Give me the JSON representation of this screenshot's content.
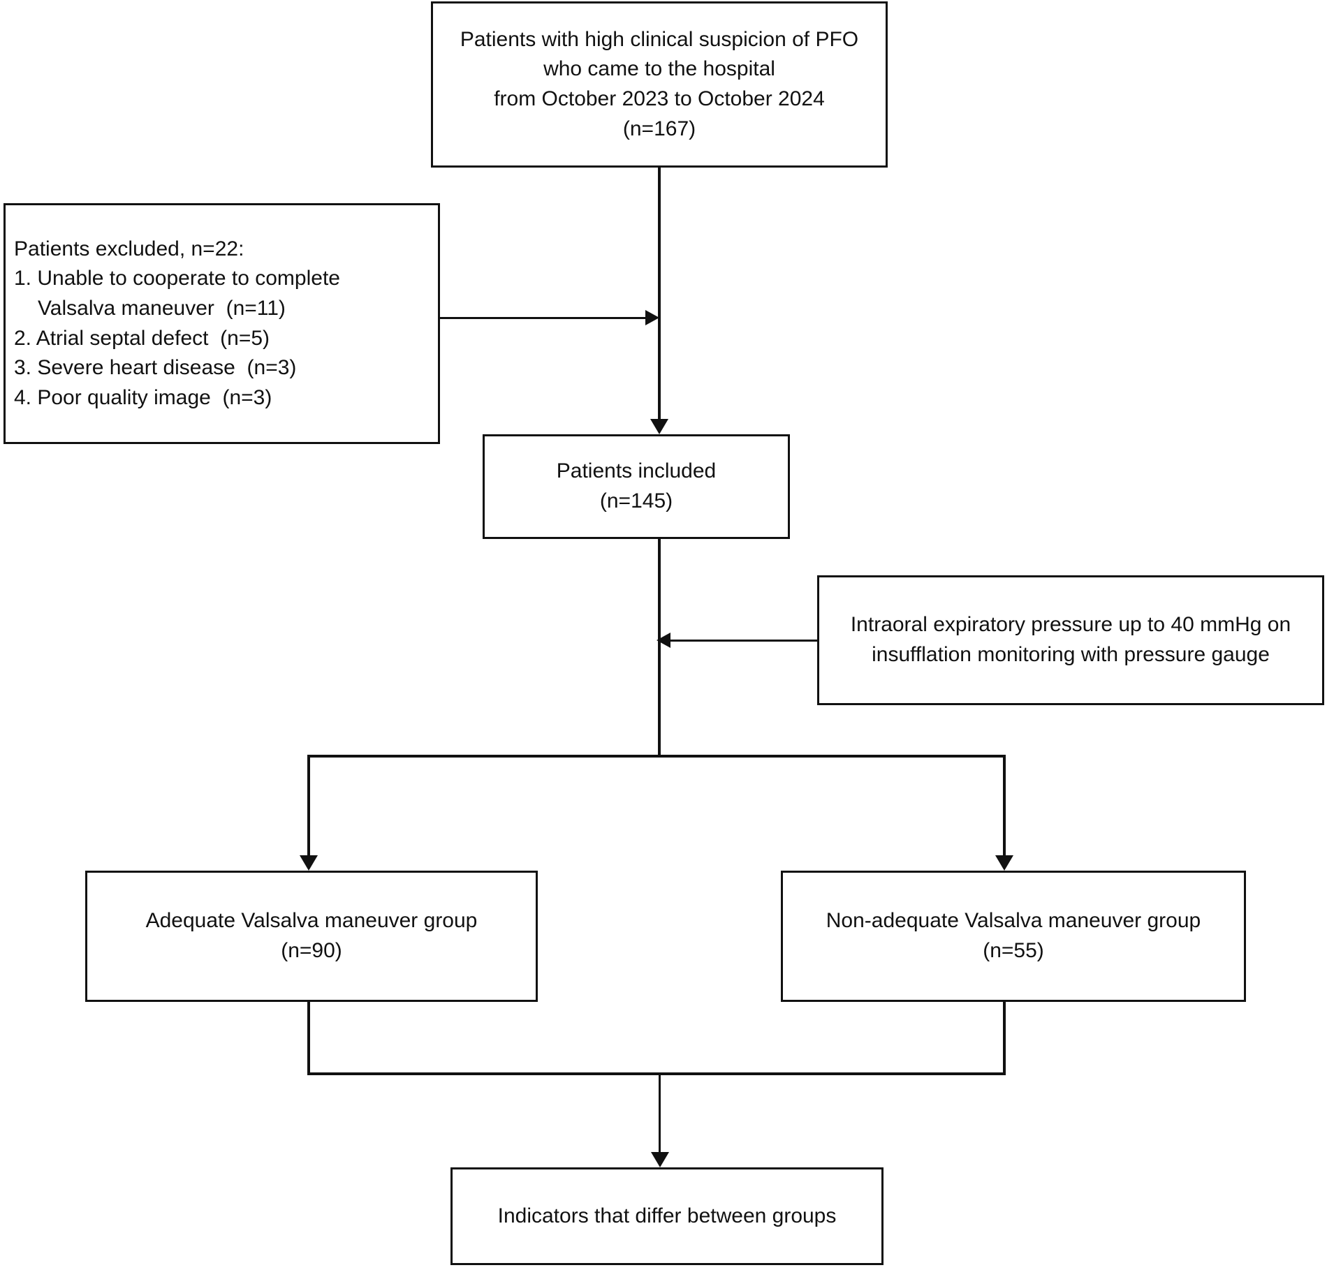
{
  "diagram": {
    "title": "PFO patient enrollment flowchart",
    "type": "flowchart",
    "stroke_color": "#111111",
    "background_color": "#ffffff",
    "nodes": {
      "screened": {
        "label": "Patients with high clinical suspicion of PFO who came to the hospital from October 2023 to October 2024 (n=167)",
        "lines": [
          "Patients with high clinical suspicion of PFO",
          "who came to the hospital",
          "from October 2023 to October 2024",
          "(n=167)"
        ],
        "count": 167
      },
      "excluded": {
        "label": "Patients excluded, n=22",
        "lines": [
          "Patients excluded, n=22:",
          "1. Unable to cooperate to complete",
          "Valsalva maneuver  (n=11)",
          "2. Atrial septal defect  (n=5)",
          "3. Severe heart disease  (n=3)",
          "4. Poor quality image  (n=3)"
        ],
        "count": 22,
        "reasons": [
          {
            "index": "1.",
            "text": "Unable to cooperate to complete Valsalva maneuver",
            "n": 11
          },
          {
            "index": "2.",
            "text": "Atrial septal defect",
            "n": 5
          },
          {
            "index": "3.",
            "text": "Severe heart disease",
            "n": 3
          },
          {
            "index": "4.",
            "text": "Poor quality image",
            "n": 3
          }
        ]
      },
      "included": {
        "label": "Patients included (n=145)",
        "lines": [
          "Patients included",
          "(n=145)"
        ],
        "count": 145
      },
      "protocol": {
        "label": "Intraoral expiratory pressure up to 40 mmHg on insufflation monitoring with pressure gauge",
        "lines": [
          "Intraoral expiratory pressure up to 40 mmHg on",
          "insufflation monitoring with pressure gauge"
        ],
        "pressure_mmHg": 40
      },
      "adequate_group": {
        "label": "Adequate Valsalva maneuver group (n=90)",
        "lines": [
          "Adequate Valsalva maneuver group",
          "(n=90)"
        ],
        "count": 90
      },
      "non_adequate_group": {
        "label": "Non-adequate Valsalva maneuver group (n=55)",
        "lines": [
          "Non-adequate Valsalva maneuver group",
          "(n=55)"
        ],
        "count": 55
      },
      "outcome": {
        "label": "Indicators that differ between groups",
        "lines": [
          "Indicators that differ between groups"
        ]
      }
    },
    "edges": [
      {
        "from": "screened",
        "to": "included",
        "kind": "arrow-down"
      },
      {
        "from": "excluded",
        "to": "included",
        "kind": "arrow-right"
      },
      {
        "from": "protocol",
        "to": "included-branch",
        "kind": "arrow-left"
      },
      {
        "from": "included",
        "to": "adequate_group",
        "kind": "arrow-down"
      },
      {
        "from": "included",
        "to": "non_adequate_group",
        "kind": "arrow-down"
      },
      {
        "from": "adequate_group",
        "to": "outcome",
        "kind": "arrow-down"
      },
      {
        "from": "non_adequate_group",
        "to": "outcome",
        "kind": "arrow-down"
      }
    ]
  }
}
